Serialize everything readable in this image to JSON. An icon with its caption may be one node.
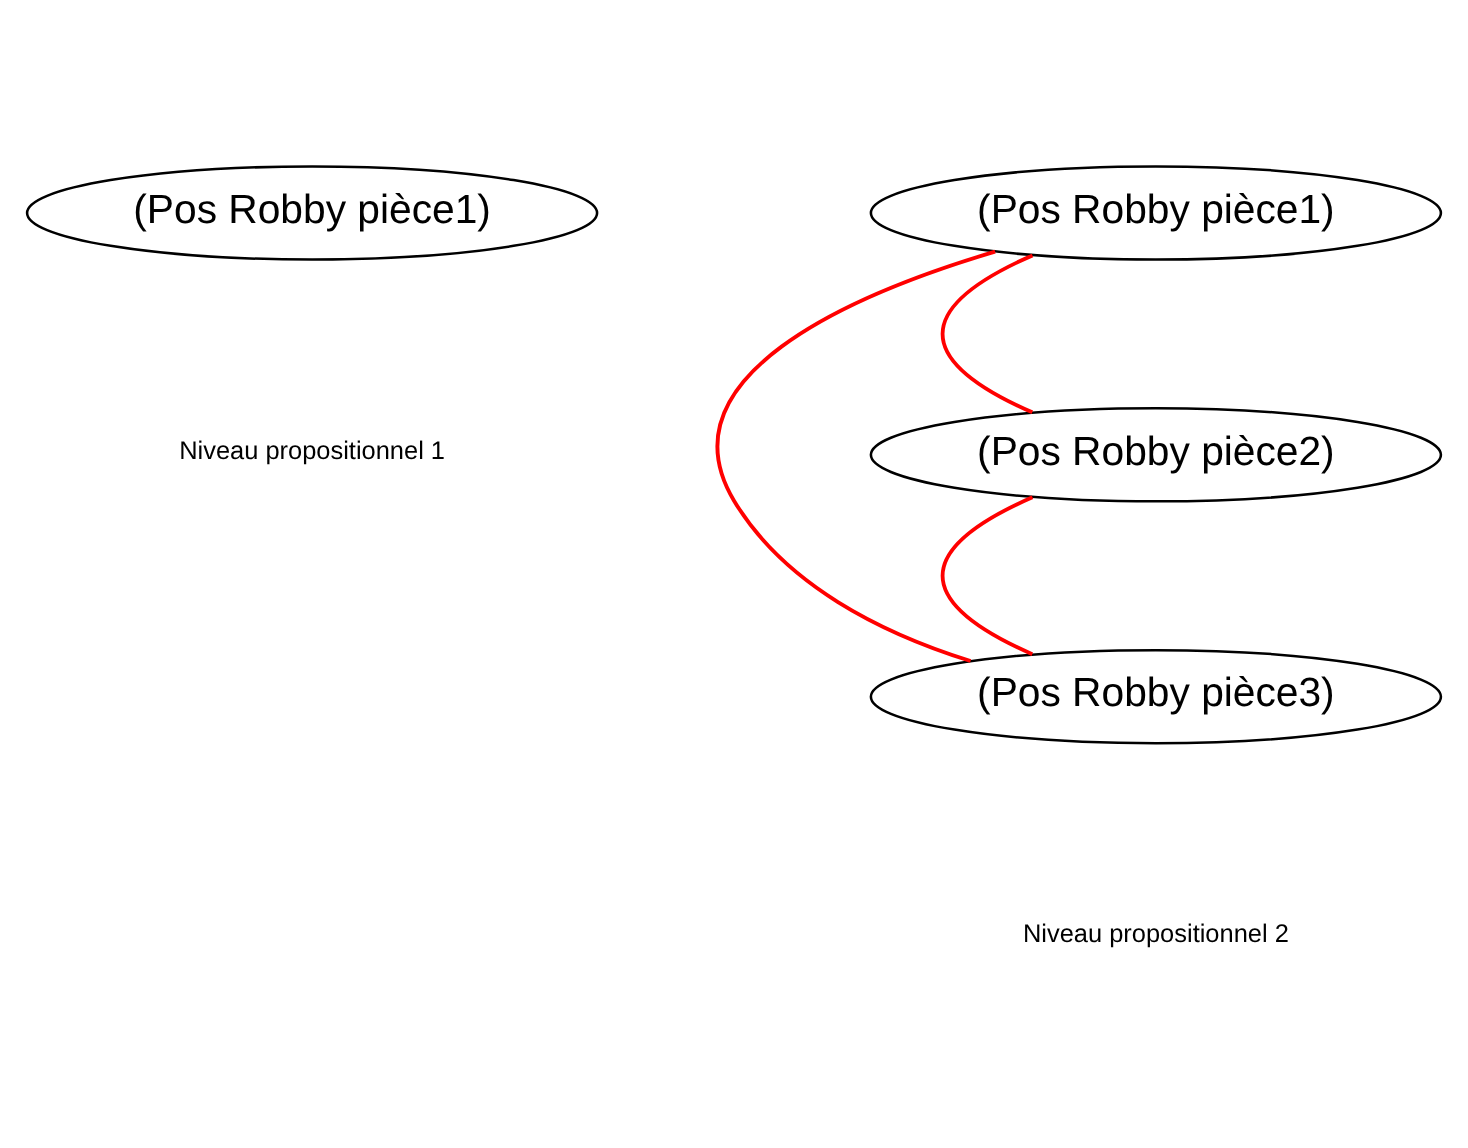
{
  "diagram": {
    "nodes": [
      {
        "text": [
          "(Pos Robby pièce1)"
        ]
      },
      {
        "text": [
          "(Pos Robby pièce1)"
        ]
      },
      {
        "text": [
          "(Pos Robby pièce2)"
        ]
      },
      {
        "text": [
          "(Pos Robby pièce3)"
        ]
      }
    ],
    "edges": [
      {
        "from": 1,
        "to": 2,
        "arrow": "none",
        "color": "#ff0000"
      },
      {
        "from": 1,
        "to": 3,
        "arrow": "none",
        "color": "#ff0000"
      },
      {
        "from": 2,
        "to": 3,
        "arrow": "none",
        "color": "#ff0000"
      }
    ],
    "labels": [
      "Niveau propositionnel 1",
      "Niveau propositionnel 2"
    ]
  }
}
